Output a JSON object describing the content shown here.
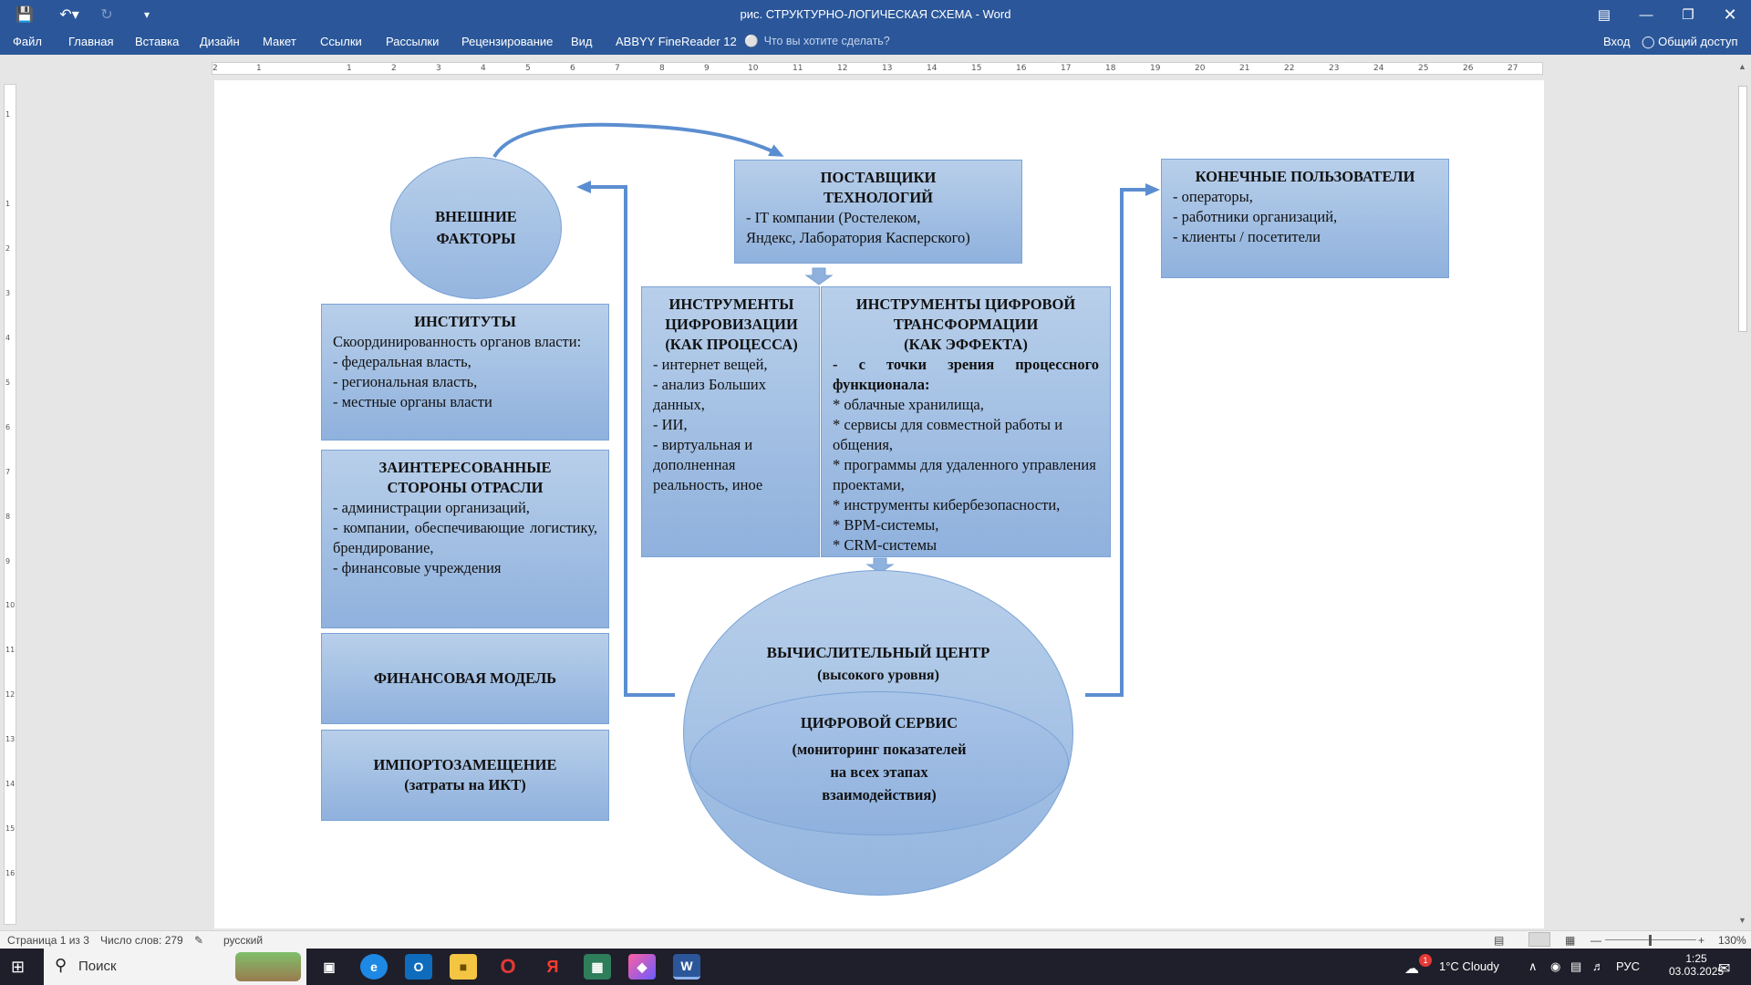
{
  "window": {
    "title": "рис. СТРУКТУРНО-ЛОГИЧЕСКАЯ СХЕМА - Word",
    "colors": {
      "ribbon": "#2b579a",
      "shape_fill": "#a7c2e6",
      "shape_border": "#7aa3d6",
      "connector": "#5b8ed0"
    }
  },
  "ribbon": {
    "tabs": [
      "Файл",
      "Главная",
      "Вставка",
      "Дизайн",
      "Макет",
      "Ссылки",
      "Рассылки",
      "Рецензирование",
      "Вид",
      "ABBYY FineReader 12"
    ],
    "tell_me": "Что вы хотите сделать?",
    "sign_in": "Вход",
    "share": "Общий доступ"
  },
  "ruler": {
    "top": [
      "2",
      "1",
      "1",
      "2",
      "3",
      "4",
      "5",
      "6",
      "7",
      "8",
      "9",
      "10",
      "11",
      "12",
      "13",
      "14",
      "15",
      "16",
      "17",
      "18",
      "19",
      "20",
      "21",
      "22",
      "23",
      "24",
      "25",
      "26",
      "27"
    ],
    "left": [
      "1",
      "1",
      "2",
      "3",
      "4",
      "5",
      "6",
      "7",
      "8",
      "9",
      "10",
      "11",
      "12",
      "13",
      "14",
      "15",
      "16"
    ]
  },
  "diagram": {
    "external": {
      "line1": "ВНЕШНИЕ",
      "line2": "ФАКТОРЫ"
    },
    "suppliers": {
      "title1": "ПОСТАВЩИКИ",
      "title2": "ТЕХНОЛОГИЙ",
      "line1": "- IT компании (Ростелеком,",
      "line2": "Яндекс, Лаборатория Касперского)"
    },
    "end_users": {
      "title": "КОНЕЧНЫЕ ПОЛЬЗОВАТЕЛИ",
      "items": [
        "- операторы,",
        "- работники организаций,",
        "- клиенты / посетители"
      ]
    },
    "institutes": {
      "title": "ИНСТИТУТЫ",
      "intro": "Скоординированность органов власти:",
      "items": [
        "- федеральная власть,",
        "- региональная власть,",
        "- местные органы власти"
      ]
    },
    "stakeholders": {
      "title1": "ЗАИНТЕРЕСОВАННЫЕ",
      "title2": "СТОРОНЫ ОТРАСЛИ",
      "items": [
        "- администрации организаций,",
        "- компании, обеспечивающие логистику, брендирование,",
        "- финансовые учреждения"
      ]
    },
    "financial_model": {
      "title": "ФИНАНСОВАЯ МОДЕЛЬ"
    },
    "import_substitution": {
      "title": "ИМПОРТОЗАМЕЩЕНИЕ",
      "subtitle": "(затраты на ИКТ)"
    },
    "digitization_tools": {
      "title1": "ИНСТРУМЕНТЫ",
      "title2": "ЦИФРОВИЗАЦИИ",
      "title3": "(КАК ПРОЦЕССА)",
      "items": [
        "- интернет вещей,",
        "- анализ Больших данных,",
        "- ИИ,",
        "- виртуальная и дополненная реальность, иное"
      ]
    },
    "transformation_tools": {
      "title1": "ИНСТРУМЕНТЫ ЦИФРОВОЙ",
      "title2": "ТРАНСФОРМАЦИИ",
      "title3": "(КАК ЭФФЕКТА)",
      "bold_intro": "- с точки зрения процессного функционала:",
      "items": [
        "* облачные хранилища,",
        "* сервисы для совместной работы и общения,",
        "* программы для удаленного управления проектами,",
        "* инструменты кибербезопасности,",
        "* BPM-системы,",
        "* CRM-системы"
      ]
    },
    "computing_center": {
      "title": "ВЫЧИСЛИТЕЛЬНЫЙ ЦЕНТР",
      "subtitle": "(высокого уровня)"
    },
    "digital_service": {
      "title": "ЦИФРОВОЙ СЕРВИС",
      "line1": "(мониторинг показателей",
      "line2": "на всех этапах",
      "line3": "взаимодействия)"
    }
  },
  "status": {
    "page": "Страница 1 из 3",
    "words": "Число слов: 279",
    "language": "русский",
    "zoom": "130%"
  },
  "taskbar": {
    "search": "Поиск",
    "weather": "1°C  Cloudy",
    "weather_badge": "1",
    "lang": "РУС",
    "time": "1:25",
    "date": "03.03.2025"
  }
}
